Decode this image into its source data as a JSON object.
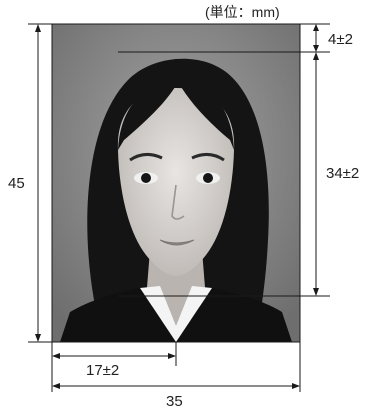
{
  "unit_label": "(単位：mm)",
  "dimensions": {
    "width": "35",
    "height": "45",
    "top_margin": "4±2",
    "face_length": "34±2",
    "center_offset": "17±2"
  },
  "colors": {
    "line": "#1a1a1a",
    "photo_background": "#8a8a8a",
    "hair": "#141414",
    "skin": "#d8d4d0",
    "suit": "#101010",
    "shirt": "#f4f4f4"
  }
}
